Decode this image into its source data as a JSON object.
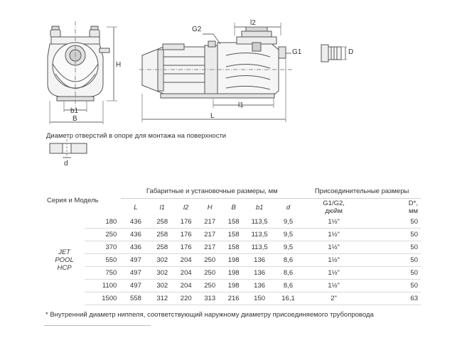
{
  "drawing": {
    "labels": {
      "H": "H",
      "b1": "b1",
      "B": "B",
      "G2": "G2",
      "l2": "l2",
      "G1": "G1",
      "l1": "l1",
      "L": "L",
      "D": "D",
      "d": "d"
    }
  },
  "hole_caption": "Диаметр отверстий в опоре для монтажа на поверхности",
  "table": {
    "series_header": "Серия и Модель",
    "dims_header": "Габаритные и установочные размеры, мм",
    "conn_header": "Присоединительные размеры",
    "dim_columns": [
      "L",
      "l1",
      "l2",
      "H",
      "B",
      "b1",
      "d"
    ],
    "conn_g_line1": "G1/G2,",
    "conn_g_line2": "дюйм",
    "conn_d_line1": "D*,",
    "conn_d_line2": "мм",
    "group_line1": "JET",
    "group_line2": "POOL",
    "group_line3": "HCP",
    "rows": [
      {
        "model": "180",
        "L": "436",
        "l1": "258",
        "l2": "176",
        "H": "217",
        "B": "158",
        "b1": "113,5",
        "d": "9,5",
        "G": "1½\"",
        "D": "50"
      },
      {
        "model": "250",
        "L": "436",
        "l1": "258",
        "l2": "176",
        "H": "217",
        "B": "158",
        "b1": "113,5",
        "d": "9,5",
        "G": "1½\"",
        "D": "50"
      },
      {
        "model": "370",
        "L": "436",
        "l1": "258",
        "l2": "176",
        "H": "217",
        "B": "158",
        "b1": "113,5",
        "d": "9,5",
        "G": "1½\"",
        "D": "50"
      },
      {
        "model": "550",
        "L": "497",
        "l1": "302",
        "l2": "204",
        "H": "250",
        "B": "198",
        "b1": "136",
        "d": "8,6",
        "G": "1½\"",
        "D": "50"
      },
      {
        "model": "750",
        "L": "497",
        "l1": "302",
        "l2": "204",
        "H": "250",
        "B": "198",
        "b1": "136",
        "d": "8,6",
        "G": "1½\"",
        "D": "50"
      },
      {
        "model": "1100",
        "L": "497",
        "l1": "302",
        "l2": "204",
        "H": "250",
        "B": "198",
        "b1": "136",
        "d": "8,6",
        "G": "1½\"",
        "D": "50"
      },
      {
        "model": "1500",
        "L": "558",
        "l1": "312",
        "l2": "220",
        "H": "313",
        "B": "216",
        "b1": "150",
        "d": "16,1",
        "G": "2\"",
        "D": "63"
      }
    ]
  },
  "footnote": "* Внутренний диаметр ниппеля, соответствующий наружному диаметру присоединяемого трубопровода"
}
